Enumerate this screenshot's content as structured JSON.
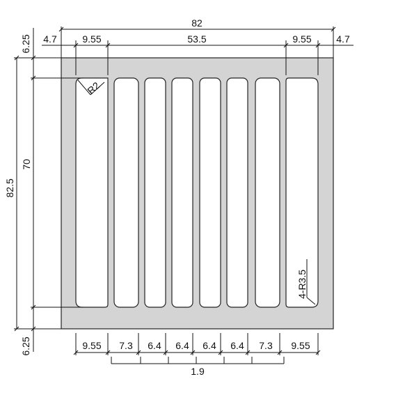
{
  "drawing": {
    "dims_top": {
      "overall_width": "82",
      "margin_left": "4.7",
      "end_slot_left": "9.55",
      "inner_span": "53.5",
      "end_slot_right": "9.55",
      "margin_right": "4.7"
    },
    "dims_left": {
      "top_margin": "6.25",
      "overall_height": "82.5",
      "slot_height": "70",
      "bottom_margin": "6.25"
    },
    "dims_bottom": {
      "slot_widths": [
        "9.55",
        "7.3",
        "6.4",
        "6.4",
        "6.4",
        "6.4",
        "7.3",
        "9.55"
      ],
      "rib_width": "1.9"
    },
    "callouts": {
      "small_radius": "R2",
      "corner_radius": "4-R3.5"
    }
  }
}
